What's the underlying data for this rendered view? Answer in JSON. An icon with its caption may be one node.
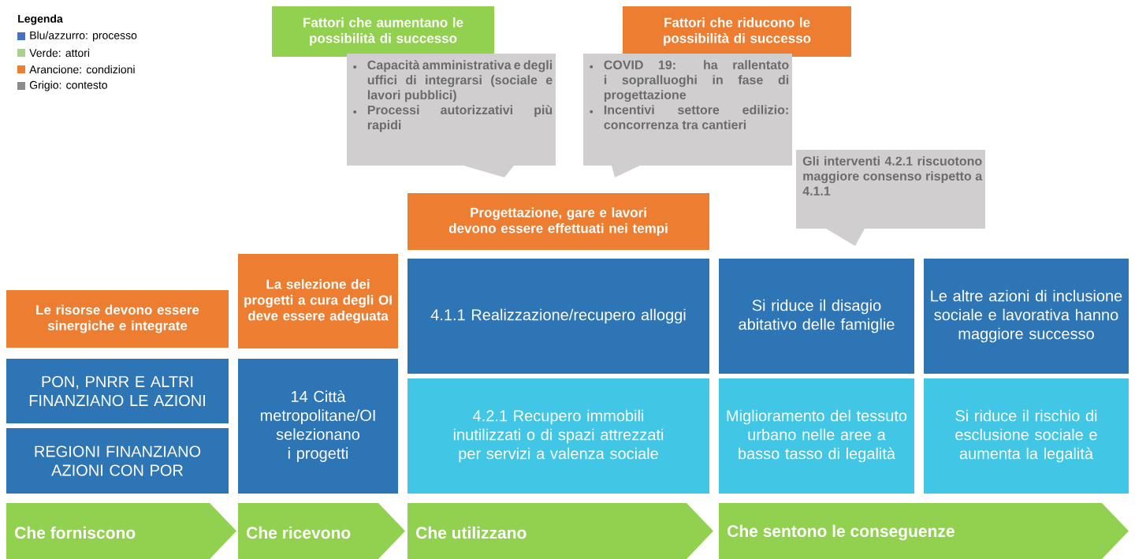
{
  "diagram": {
    "nodes": [
      {
        "text": [
          "Fattori che aumentano le possibilità di successo"
        ]
      },
      {
        "text": [
          "Capacità amministrativa e degli uffici di integrarsi (sociale e lavori pubblici)",
          "Processi autorizzativi più rapidi"
        ]
      },
      {
        "text": [
          "Fattori che riducono le possibilità di successo"
        ]
      },
      {
        "text": [
          "COVID 19: ha rallentato i sopralluoghi in fase di progettazione",
          "Incentivi settore edilizio: concorrenza tra cantieri"
        ]
      },
      {
        "text": [
          "Gli interventi 4.2.1 riscuotono maggiore consenso rispetto a 4.1.1"
        ]
      },
      {
        "text": [
          "Progettazione, gare e lavori devono essere effettuati nei tempi"
        ]
      },
      {
        "text": [
          "Le risorse devono essere sinergiche e integrate"
        ]
      },
      {
        "text": [
          "La selezione dei progetti a cura degli OI deve essere adeguata"
        ]
      },
      {
        "text": [
          "PON, PNRR E ALTRI FINANZIANO LE AZIONI"
        ]
      },
      {
        "text": [
          "REGIONI FINANZIANO AZIONI CON POR"
        ]
      },
      {
        "text": [
          "14 Città metropolitane/OI selezionano i progetti"
        ]
      },
      {
        "text": [
          "4.1.1 Realizzazione/recupero alloggi"
        ]
      },
      {
        "text": [
          "4.2.1 Recupero immobili inutilizzati o di spazi attrezzati per servizi a valenza sociale"
        ]
      },
      {
        "text": [
          "Si riduce il disagio abitativo delle famiglie"
        ]
      },
      {
        "text": [
          "Miglioramento del tessuto urbano nelle aree a basso tasso di legalità"
        ]
      },
      {
        "text": [
          "Le altre azioni di inclusione sociale e lavorativa hanno maggiore successo"
        ]
      },
      {
        "text": [
          "Si riduce il rischio di esclusione sociale e aumenta la legalità"
        ]
      },
      {
        "text": [
          "Che forniscono"
        ]
      },
      {
        "text": [
          "Che ricevono"
        ]
      },
      {
        "text": [
          "Che utilizzano"
        ]
      },
      {
        "text": [
          "Che sentono le conseguenze"
        ]
      }
    ],
    "labels": [
      "Legenda"
    ],
    "legend": [
      {
        "text": "Blu/azzurro: processo",
        "color": "#4472c4"
      },
      {
        "text": "Verde: attori",
        "color": "#a9d18e"
      },
      {
        "text": "Arancione: condizioni",
        "color": "#ed7d31"
      },
      {
        "text": "Grigio: contesto",
        "color": "#8c8c8c"
      }
    ]
  }
}
